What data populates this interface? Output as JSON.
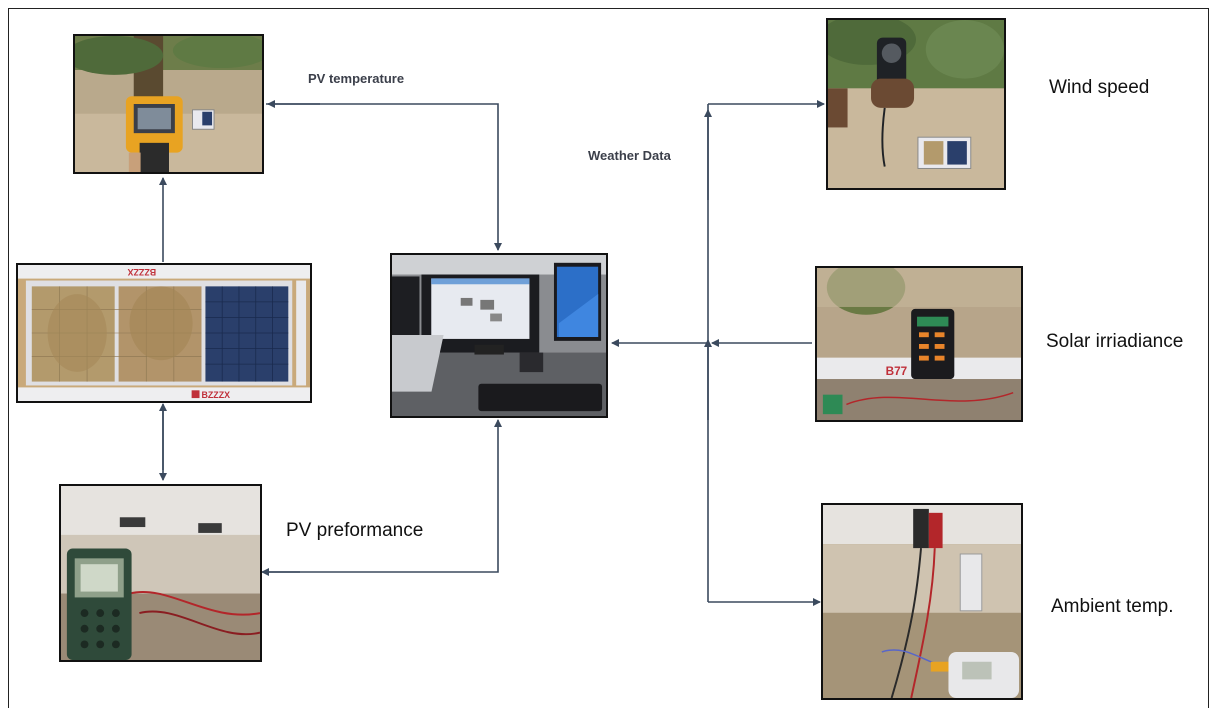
{
  "labels": {
    "pv_temperature": "PV temperature",
    "weather_data": "Weather Data",
    "wind_speed": "Wind speed",
    "solar_irradiance": "Solar irriadiance",
    "pv_performance": "PV preformance",
    "ambient_temp": "Ambient temp."
  },
  "panel_brand_text": "BZZZX",
  "colors": {
    "line": "#3b4a5e",
    "sand": "#c9a97a",
    "panel_blue": "#2a3f6b",
    "sky": "#6fa0d8",
    "foliage": "#4f6a3a"
  }
}
